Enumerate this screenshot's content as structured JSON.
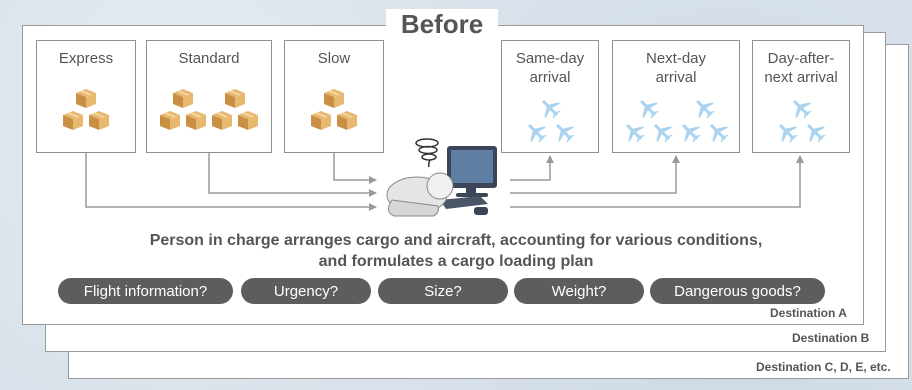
{
  "title": "Before",
  "sources": [
    {
      "label": "Express",
      "packages": 3
    },
    {
      "label": "Standard",
      "packages": 6
    },
    {
      "label": "Slow",
      "packages": 3
    }
  ],
  "arrivals": [
    {
      "label": "Same-day arrival",
      "line1": "Same-day",
      "line2": "arrival",
      "planes": 3
    },
    {
      "label": "Next-day arrival",
      "line1": "Next-day",
      "line2": "arrival",
      "planes": 6
    },
    {
      "label": "Day-after-next arrival",
      "line1": "Day-after-",
      "line2": "next arrival",
      "planes": 3
    }
  ],
  "caption": {
    "line1": "Person in charge arranges cargo and aircraft, accounting for various conditions,",
    "line2": "and formulates a cargo loading plan"
  },
  "conditions": [
    "Flight information?",
    "Urgency?",
    "Size?",
    "Weight?",
    "Dangerous goods?"
  ],
  "destinations": [
    "Destination A",
    "Destination B",
    "Destination C, D, E, etc."
  ],
  "colors": {
    "box_fill": "#e8b870",
    "box_shadow": "#c98f45",
    "plane": "#a9d3ee",
    "pill": "#5d5d5d",
    "text": "#555555"
  }
}
